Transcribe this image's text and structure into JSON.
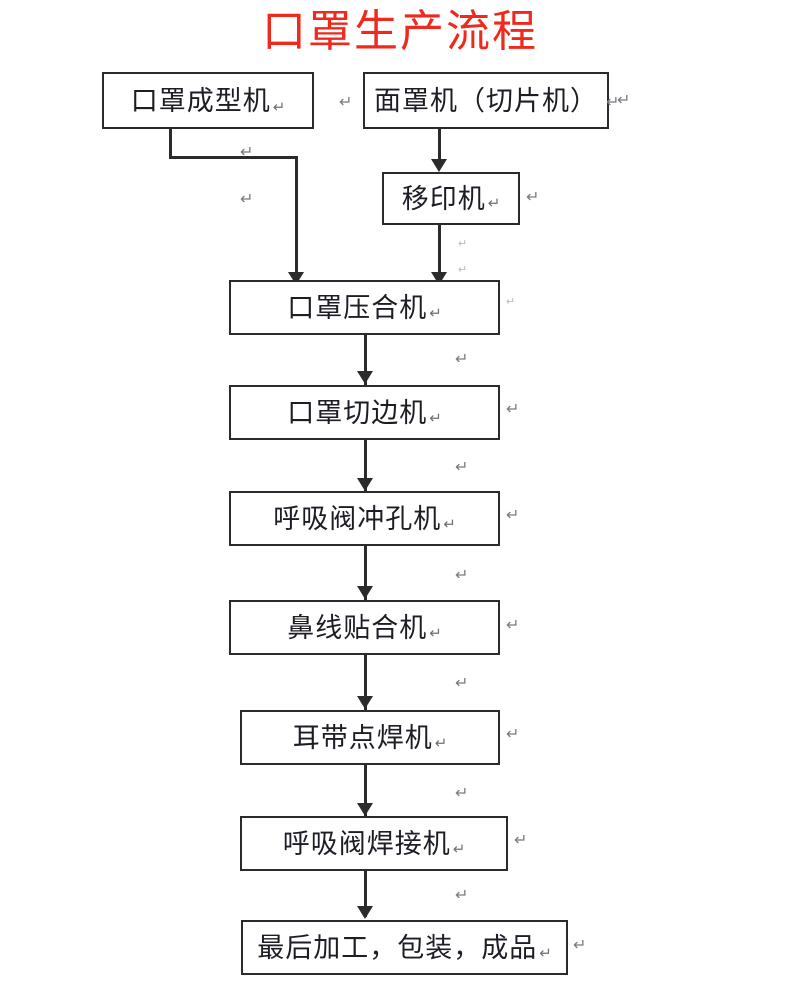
{
  "document": {
    "title": "口罩生产流程",
    "title_color": "#ef2a1c",
    "background_color": "#ffffff",
    "box_border_color": "#2b2b2b",
    "text_color": "#1d1d26",
    "paragraph_mark": "↵"
  },
  "nodes": {
    "mask_forming_machine": "口罩成型机",
    "face_mask_slicer": "面罩机（切片机）",
    "pad_printing_machine": "移印机",
    "mask_pressing_machine": "口罩压合机",
    "mask_trimming_machine": "口罩切边机",
    "valve_punching_machine": "呼吸阀冲孔机",
    "nose_wire_bonding_machine": "鼻线贴合机",
    "ear_loop_spot_welder": "耳带点焊机",
    "valve_welding_machine": "呼吸阀焊接机",
    "final_processing": "最后加工，包装，成品"
  },
  "marks": {
    "pilcrow": "↵"
  }
}
